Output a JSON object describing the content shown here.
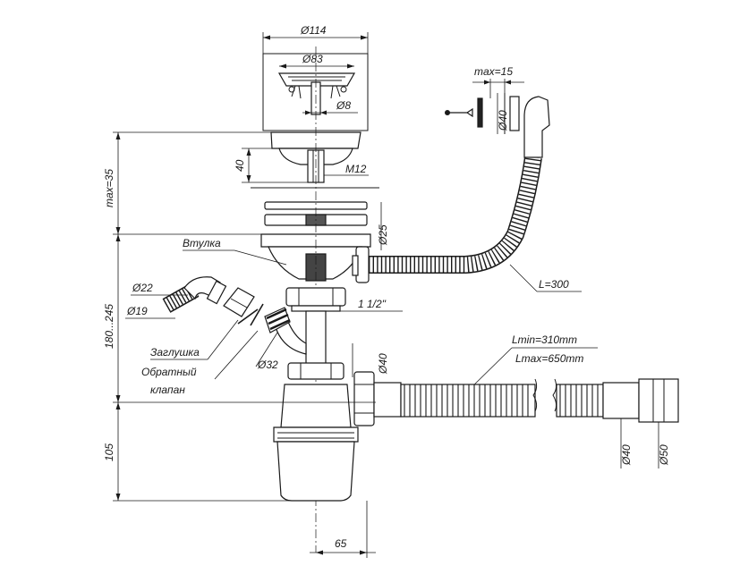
{
  "dimensions": {
    "d114": "Ø114",
    "d83": "Ø83",
    "d8": "Ø8",
    "h40": "40",
    "m12": "M12",
    "max35": "max=35",
    "d25": "Ø25",
    "h180_245": "180...245",
    "thread": "1 1/2\"",
    "d22": "Ø22",
    "d19": "Ø19",
    "d32": "Ø32",
    "d40_vert": "Ø40",
    "h105": "105",
    "w65": "65",
    "max15": "max=15",
    "d40_overflow": "Ø40",
    "l300": "L=300",
    "lmin": "Lmin=310mm",
    "lmax": "Lmax=650mm",
    "d40_hose": "Ø40",
    "d50_hose": "Ø50"
  },
  "parts": {
    "vtulka": "Втулка",
    "zaglushka": "Заглушка",
    "check_valve_1": "Обратный",
    "check_valve_2": "клапан"
  }
}
